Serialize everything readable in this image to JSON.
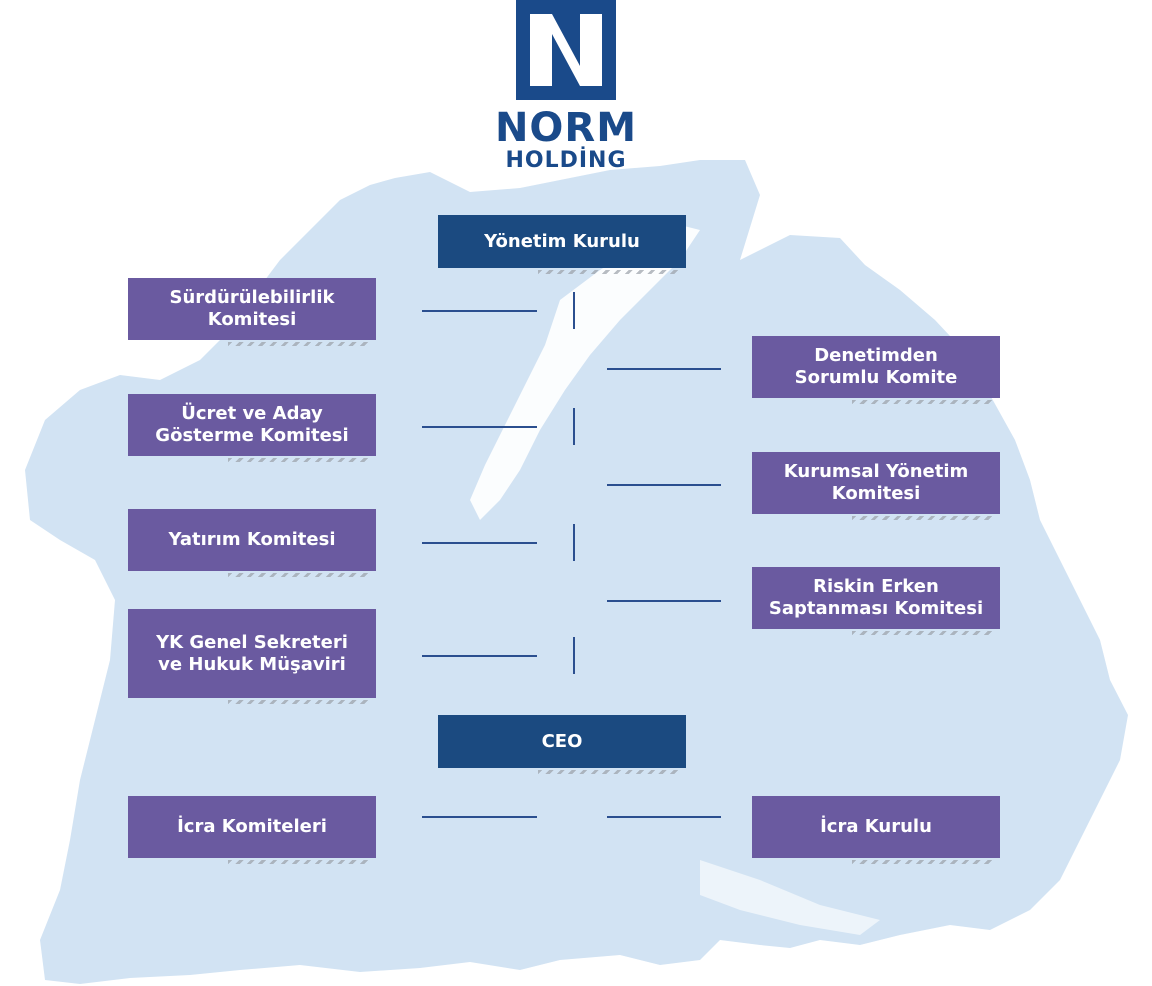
{
  "logo": {
    "word": "NORM",
    "sub": "HOLDİNG"
  },
  "colors": {
    "committee_box": "#6a5aa0",
    "board_box": "#1b4a80",
    "connector": "#2b4f8f",
    "splash": "#d2e3f3"
  },
  "nodes": {
    "yonetim_kurulu": "Yönetim Kurulu",
    "ceo": "CEO",
    "surdurulebilirlik": "Sürdürülebilirlik Komitesi",
    "ucret_aday": "Ücret ve Aday Gösterme Komitesi",
    "yatirim": "Yatırım Komitesi",
    "yk_genel": "YK Genel Sekreteri ve Hukuk Müşaviri",
    "denetimden": "Denetimden Sorumlu Komite",
    "kurumsal": "Kurumsal Yönetim Komitesi",
    "riskin": "Riskin Erken Saptanması Komitesi",
    "icra_komiteleri": "İcra Komiteleri",
    "icra_kurulu": "İcra Kurulu"
  }
}
